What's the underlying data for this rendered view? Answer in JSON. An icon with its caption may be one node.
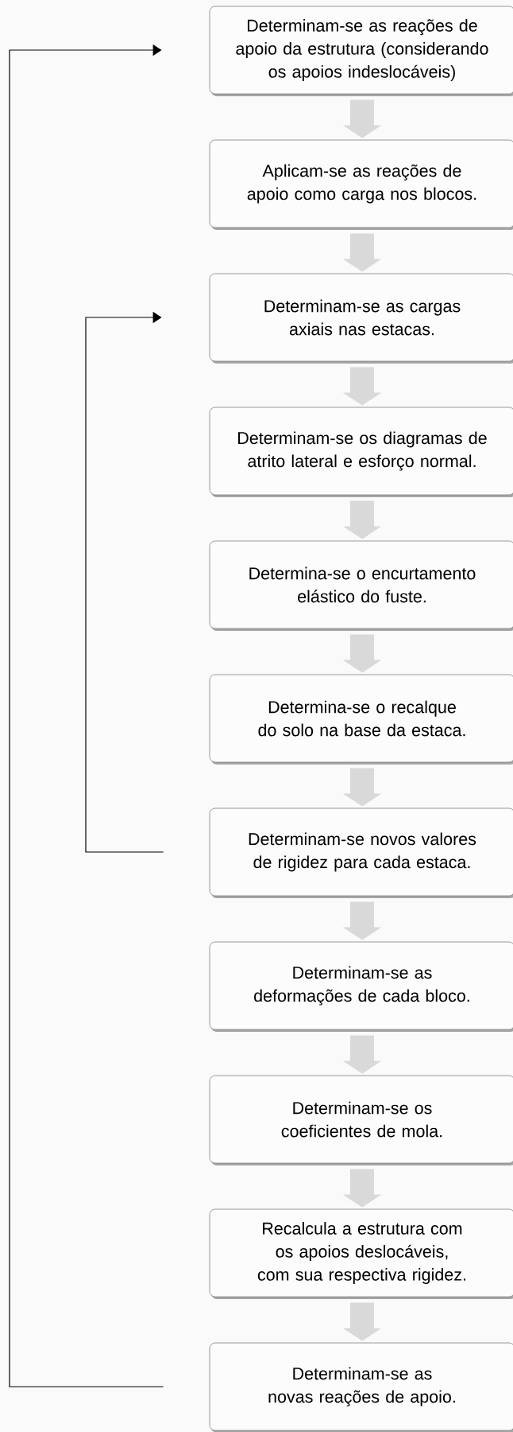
{
  "diagram": {
    "nodes": [
      {
        "text": [
          "Determinam-se as reações de apoio da estrutura (considerando os apoios indeslocáveis)"
        ]
      },
      {
        "text": [
          "Aplicam-se as reações de apoio como carga nos blocos."
        ]
      },
      {
        "text": [
          "Determinam-se as cargas axiais nas estacas."
        ]
      },
      {
        "text": [
          "Determinam-se os diagramas de atrito lateral e esforço normal."
        ]
      },
      {
        "text": [
          "Determina-se o encurtamento elástico do fuste."
        ]
      },
      {
        "text": [
          "Determina-se o recalque do solo na base da estaca."
        ]
      },
      {
        "text": [
          "Determinam-se novos valores de rigidez para cada estaca."
        ]
      },
      {
        "text": [
          "Determinam-se as deformações de cada bloco."
        ]
      },
      {
        "text": [
          "Determinam-se os coeficientes de mola."
        ]
      },
      {
        "text": [
          "Recalcula a estrutura com os apoios deslocáveis, com sua respectiva rigidez."
        ]
      },
      {
        "text": [
          "Determinam-se as novas reações de apoio."
        ]
      }
    ],
    "edges": [
      {
        "from": 0,
        "to": 1,
        "arrow": "to"
      },
      {
        "from": 1,
        "to": 2,
        "arrow": "to"
      },
      {
        "from": 2,
        "to": 3,
        "arrow": "to"
      },
      {
        "from": 3,
        "to": 4,
        "arrow": "to"
      },
      {
        "from": 4,
        "to": 5,
        "arrow": "to"
      },
      {
        "from": 5,
        "to": 6,
        "arrow": "to"
      },
      {
        "from": 6,
        "to": 7,
        "arrow": "to"
      },
      {
        "from": 7,
        "to": 8,
        "arrow": "to"
      },
      {
        "from": 8,
        "to": 9,
        "arrow": "to"
      },
      {
        "from": 9,
        "to": 10,
        "arrow": "to"
      },
      {
        "from": 6,
        "to": 2,
        "arrow": "to",
        "color": "#000000"
      },
      {
        "from": 10,
        "to": 0,
        "arrow": "to",
        "color": "#000000"
      }
    ]
  }
}
